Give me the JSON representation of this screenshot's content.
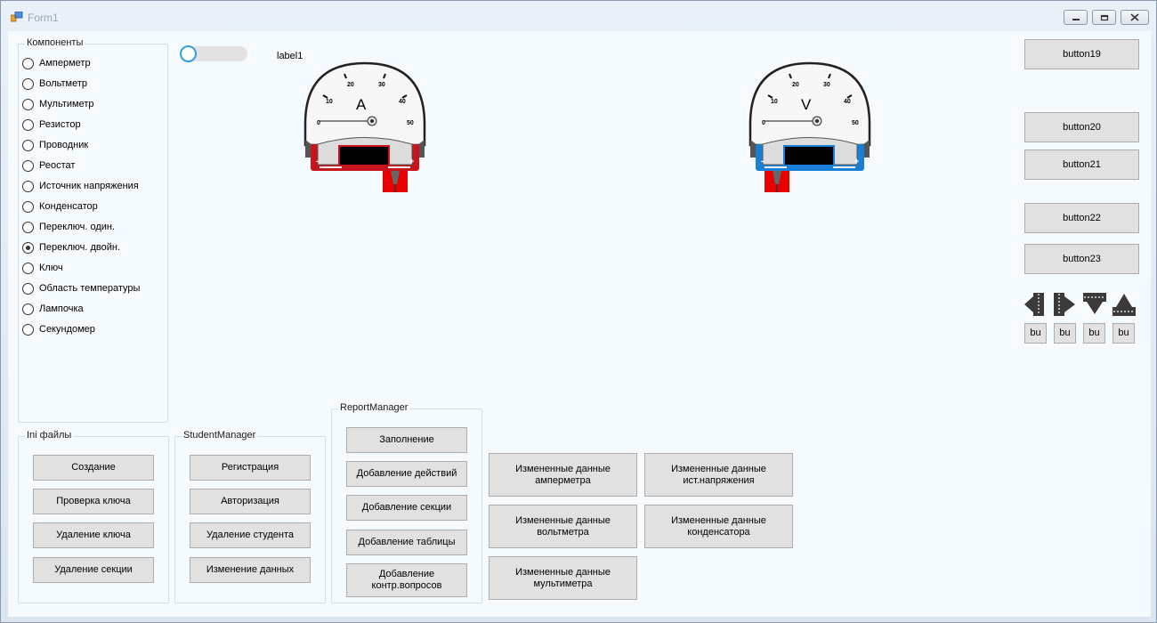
{
  "window": {
    "title": "Form1"
  },
  "components": {
    "title": "Компоненты",
    "items": [
      {
        "label": "Амперметр",
        "checked": false
      },
      {
        "label": "Вольтметр",
        "checked": false
      },
      {
        "label": "Мультиметр",
        "checked": false
      },
      {
        "label": "Резистор",
        "checked": false
      },
      {
        "label": "Проводник",
        "checked": false
      },
      {
        "label": "Реостат",
        "checked": false
      },
      {
        "label": "Источник напряжения",
        "checked": false
      },
      {
        "label": "Конденсатор",
        "checked": false
      },
      {
        "label": "Переключ. один.",
        "checked": false
      },
      {
        "label": "Переключ. двойн.",
        "checked": true
      },
      {
        "label": "Ключ",
        "checked": false
      },
      {
        "label": "Область температуры",
        "checked": false
      },
      {
        "label": "Лампочка",
        "checked": false
      },
      {
        "label": "Секундомер",
        "checked": false
      }
    ]
  },
  "label1": "label1",
  "ammeter": {
    "letter": "A",
    "scale": [
      "0",
      "10",
      "20",
      "30",
      "40",
      "50"
    ],
    "minus": "-",
    "plus": "+",
    "color": "#c8141c"
  },
  "voltmeter": {
    "letter": "V",
    "scale": [
      "0",
      "10",
      "20",
      "30",
      "40",
      "50"
    ],
    "minus": "-",
    "plus": "+",
    "color": "#1a7fd6"
  },
  "right_buttons": {
    "button19": "button19",
    "button20": "button20",
    "button21": "button21",
    "button22": "button22",
    "button23": "button23",
    "small": [
      "bu",
      "bu",
      "bu",
      "bu"
    ]
  },
  "ini": {
    "title": "Ini файлы",
    "buttons": [
      "Создание",
      "Проверка ключа",
      "Удаление ключа",
      "Удаление секции"
    ]
  },
  "student": {
    "title": "StudentManager",
    "buttons": [
      "Регистрация",
      "Авторизация",
      "Удаление студента",
      "Изменение данных"
    ]
  },
  "report": {
    "title": "ReportManager",
    "buttons": [
      "Заполнение",
      "Добавление действий",
      "Добавление секции",
      "Добавление таблицы",
      "Добавление\nконтр.вопросов"
    ]
  },
  "changed": {
    "ammeter": "Измененные данные\nамперметра",
    "voltmeter": "Измененные данные\nвольтметра",
    "multimeter": "Измененные данные\nмультиметра",
    "source": "Измененные данные\nист.напряжения",
    "capacitor": "Измененные данные\nконденсатора"
  },
  "icons": {
    "app": "form-app-icon",
    "minimize": "minimize-icon",
    "restore": "restore-icon",
    "close": "close-icon",
    "connectors": [
      "connector-left-icon",
      "connector-right-icon",
      "connector-down-icon",
      "connector-up-icon"
    ]
  }
}
